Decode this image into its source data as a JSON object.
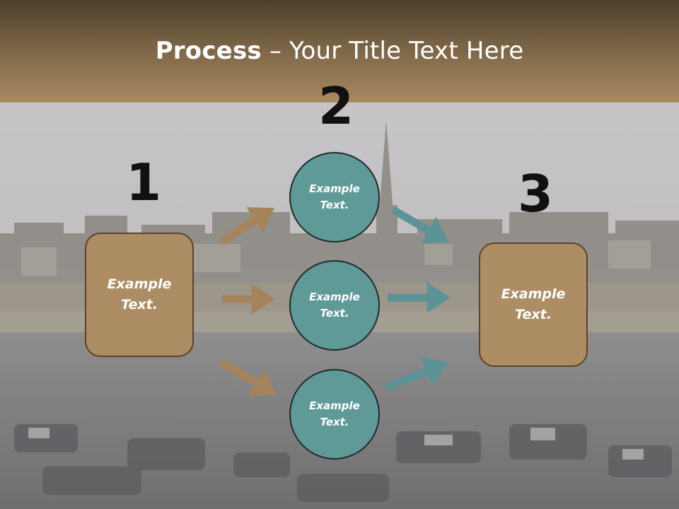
{
  "slide": {
    "title_bold": "Process",
    "title_rest": " – Your Title Text Here"
  },
  "numbers": [
    "1",
    "2",
    "3"
  ],
  "boxes": [
    {
      "text": "Example\nText."
    },
    {
      "text": "Example\nText."
    }
  ],
  "circles": [
    {
      "text": "Example\nText."
    },
    {
      "text": "Example\nText."
    },
    {
      "text": "Example\nText."
    }
  ],
  "colors": {
    "box_fill": "#ad8d64",
    "box_border": "#5c4226",
    "circle_fill": "#5f9a99",
    "brown_arrow": "#a5845c",
    "teal_arrow": "#5b9397",
    "header": "#a88a62"
  }
}
